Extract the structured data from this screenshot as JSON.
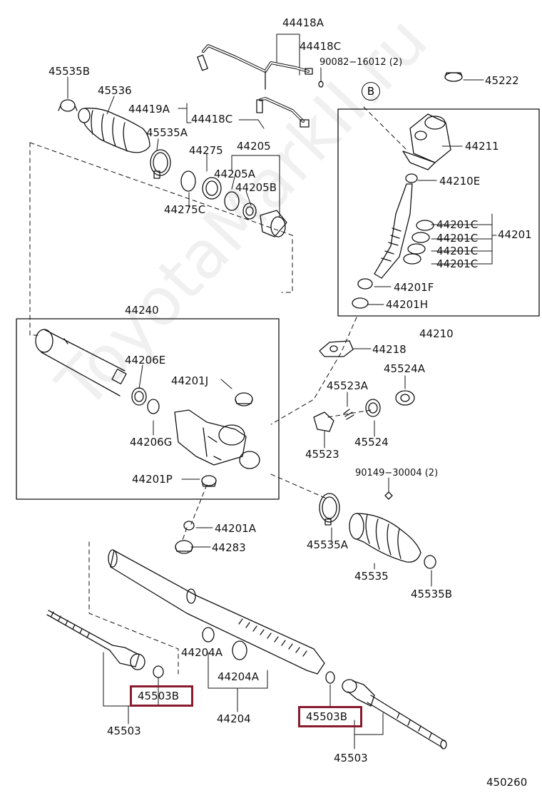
{
  "watermark": "ToyotaMarkII.ru",
  "ref_circle": "B",
  "labels": {
    "p44418A": "44418A",
    "p44418C_top": "44418C",
    "p90082": "90082−16012 (2)",
    "p45222": "45222",
    "p45535B_top": "45535B",
    "p45536": "45536",
    "p44419A": "44419A",
    "p44418C_mid": "44418C",
    "p45535A_top": "45535A",
    "p44275": "44275",
    "p44205": "44205",
    "p44205A": "44205A",
    "p44205B": "44205B",
    "p44275C": "44275C",
    "p44211": "44211",
    "p44210E": "44210E",
    "p44201C_1": "44201C",
    "p44201C_2": "44201C",
    "p44201C_3": "44201C",
    "p44201C_4": "44201C",
    "p44201": "44201",
    "p44201F": "44201F",
    "p44201H": "44201H",
    "p44210": "44210",
    "p44240": "44240",
    "p44218": "44218",
    "p44206E": "44206E",
    "p44201J": "44201J",
    "p45523A": "45523A",
    "p45524A": "45524A",
    "p44206G": "44206G",
    "p45523": "45523",
    "p45524": "45524",
    "p90149": "90149−30004 (2)",
    "p44201P": "44201P",
    "p44201A": "44201A",
    "p44283": "44283",
    "p45535A_bot": "45535A",
    "p45535": "45535",
    "p45535B_bot": "45535B",
    "p44204A_1": "44204A",
    "p44204A_2": "44204A",
    "p44204": "44204",
    "p45503B_left": "45503B",
    "p45503_left": "45503",
    "p45503B_right": "45503B",
    "p45503_right": "45503",
    "diagram_no": "450260"
  },
  "colors": {
    "ink": "#111111",
    "highlight": "#8a1a2e",
    "watermark": "rgba(0,0,0,0.06)"
  }
}
